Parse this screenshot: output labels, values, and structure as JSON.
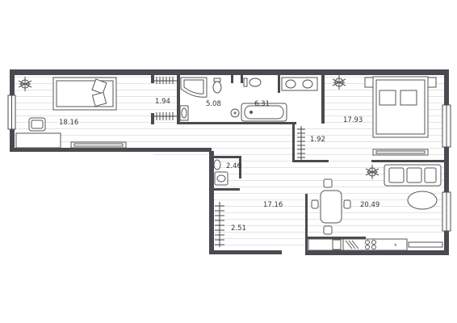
{
  "colors": {
    "wall": "#4a4a50",
    "floor_line": "#e6e6e6",
    "furniture": "#555555",
    "wet_floor": "#ffffff"
  },
  "rooms": [
    {
      "id": "bedroom-left",
      "area": "18.16"
    },
    {
      "id": "closet-left",
      "area": "1.94"
    },
    {
      "id": "bathroom",
      "area": "5.08"
    },
    {
      "id": "bath-tub-room",
      "area": "6.31"
    },
    {
      "id": "bedroom-right",
      "area": "17.93"
    },
    {
      "id": "closet-right",
      "area": "1.92"
    },
    {
      "id": "wc",
      "area": "2.46"
    },
    {
      "id": "hallway",
      "area": "17.16"
    },
    {
      "id": "wardrobe",
      "area": "2.51"
    },
    {
      "id": "living-kitchen",
      "area": "20.49"
    }
  ],
  "icons": [
    "plant-icon",
    "bed-icon",
    "desk-icon",
    "chair-icon",
    "sofa-icon",
    "dining-table-icon",
    "toilet-icon",
    "bathtub-icon",
    "sink-icon",
    "stove-icon",
    "wardrobe-icon",
    "window-icon"
  ]
}
